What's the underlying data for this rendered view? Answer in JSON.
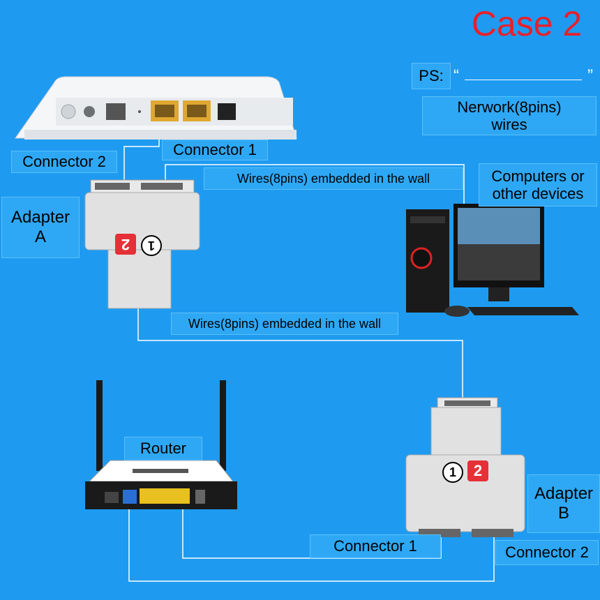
{
  "title": "Case 2",
  "ps": {
    "label": "PS:",
    "open_quote": "“",
    "close_quote": "”"
  },
  "legend": {
    "network_wires": "Nerwork(8pins)\nwires"
  },
  "labels": {
    "connector2_top": "Connector 2",
    "connector1_top": "Connector 1",
    "wall_wire_top": "Wires(8pins) embedded in the wall",
    "computers": "Computers or other devices",
    "adapter_a": "Adapter\nA",
    "wall_wire_mid": "Wires(8pins) embedded in the wall",
    "router": "Router",
    "adapter_b": "Adapter\nB",
    "connector1_bottom": "Connector 1",
    "connector2_bottom": "Connector 2"
  },
  "adapter_a_badges": {
    "red": "2",
    "white": "1"
  },
  "adapter_b_badges": {
    "white": "1",
    "red": "2"
  },
  "colors": {
    "background": "#1e9bf0",
    "title": "#e8202a",
    "badge_red": "#e53037",
    "wire": "#ffffff"
  },
  "icons": [
    "modem-icon",
    "router-icon",
    "computer-icon",
    "adapter-icon"
  ]
}
